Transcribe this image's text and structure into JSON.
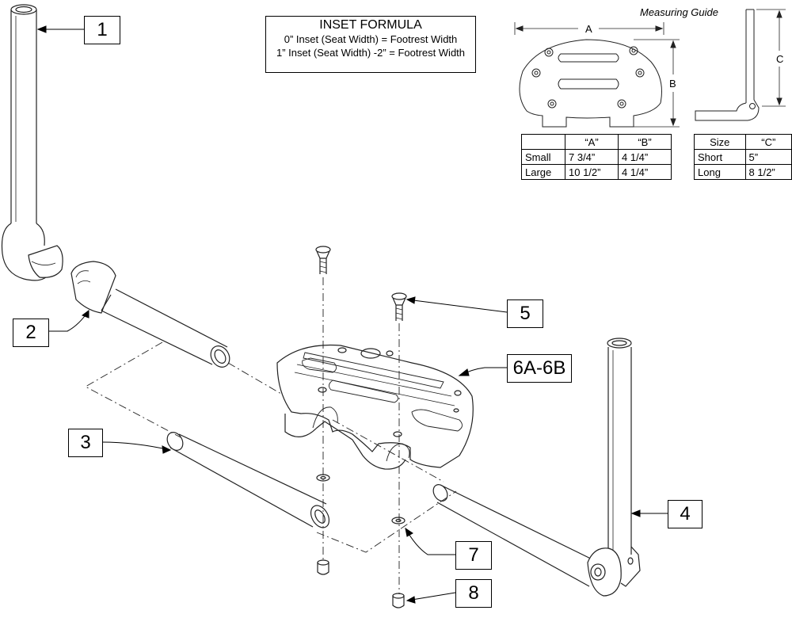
{
  "inset_formula": {
    "title": "INSET FORMULA",
    "line1": "0” Inset (Seat Width) = Footrest Width",
    "line2": "1” Inset (Seat Width) -2” = Footrest Width"
  },
  "measuring_guide": {
    "title": "Measuring Guide",
    "dim_a": "A",
    "dim_b": "B",
    "dim_c": "C"
  },
  "plate_table": {
    "headers": [
      "",
      "“A”",
      "“B”"
    ],
    "rows": [
      [
        "Small",
        "7 3/4”",
        "4 1/4”"
      ],
      [
        "Large",
        "10 1/2”",
        "4 1/4”"
      ]
    ]
  },
  "hanger_table": {
    "headers": [
      "Size",
      "“C”"
    ],
    "rows": [
      [
        "Short",
        "5”"
      ],
      [
        "Long",
        "8 1/2”"
      ]
    ]
  },
  "callouts": {
    "c1": "1",
    "c2": "2",
    "c3": "3",
    "c4": "4",
    "c5": "5",
    "c6": "6A-6B",
    "c7": "7",
    "c8": "8"
  }
}
